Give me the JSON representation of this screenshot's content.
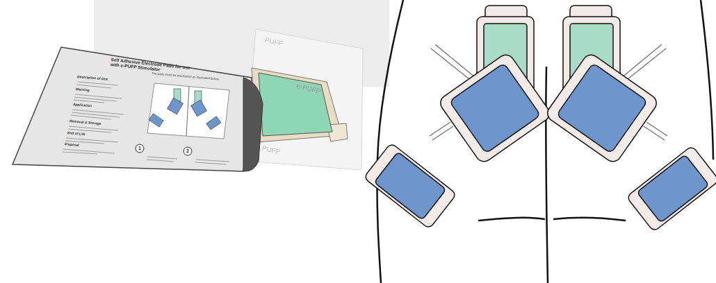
{
  "diagram": {
    "labels": [
      "Self Adhesive Electrode Pads for use with e-PUFP Stimulator",
      "The pads must be positioned as illustrated below.",
      "Description of Use",
      "Warning",
      "Application",
      "Removal & Storage",
      "End of Life",
      "Disposal",
      "1",
      "2",
      "PUFP",
      "e-PUFP",
      "PUFP"
    ]
  }
}
